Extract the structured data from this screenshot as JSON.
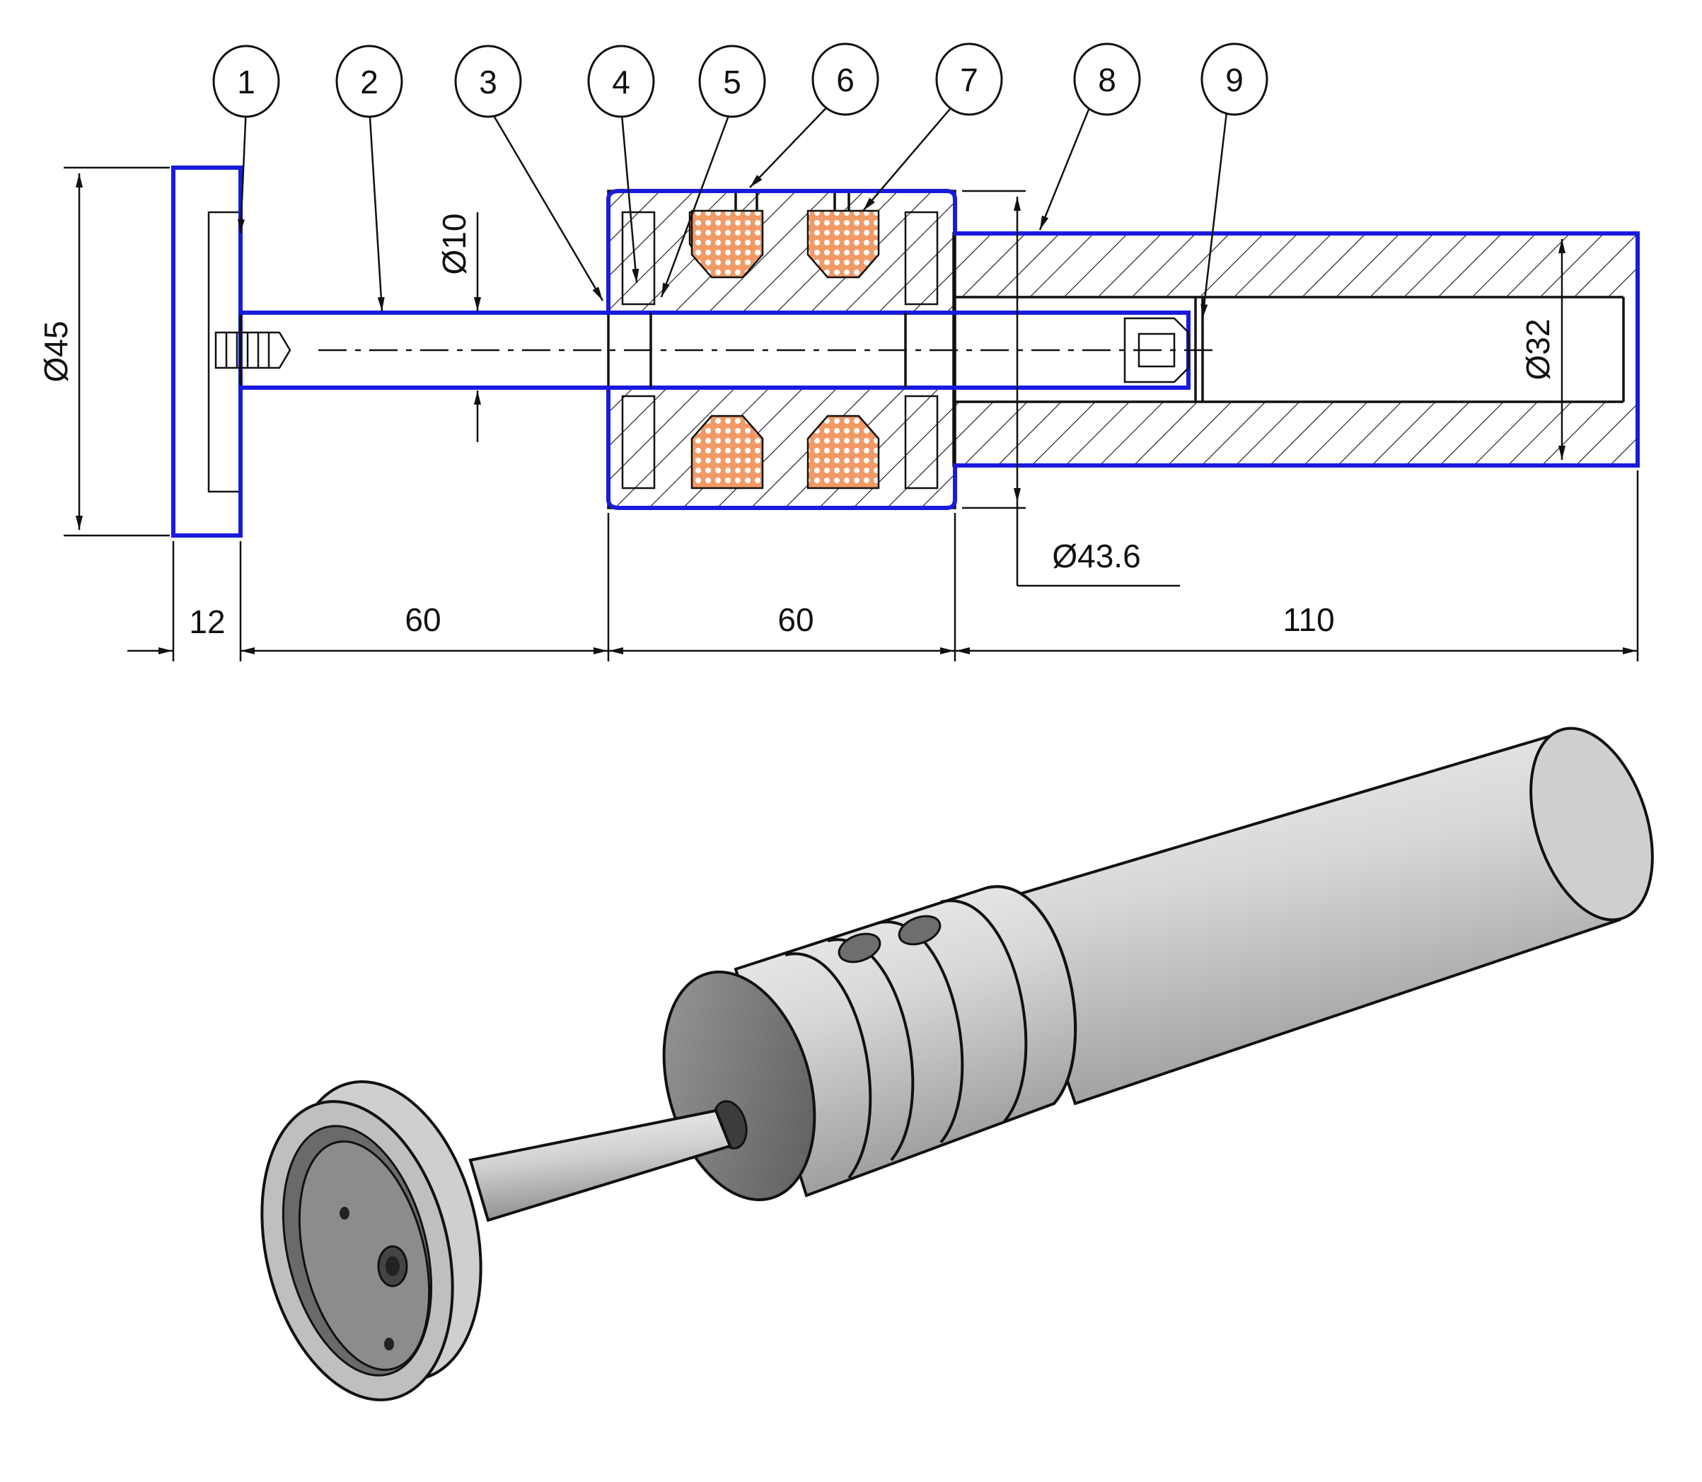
{
  "balloons": [
    "1",
    "2",
    "3",
    "4",
    "5",
    "6",
    "7",
    "8",
    "9"
  ],
  "dimensions": {
    "flange_diameter": "Ø45",
    "rod_diameter": "Ø10",
    "bore_diameter": "Ø32",
    "body_diameter": "Ø43.6",
    "len_flange": "12",
    "len_rod": "60",
    "len_body": "60",
    "len_tube": "110"
  },
  "colors": {
    "outline": "#1a1adf",
    "coil": "#f29a66",
    "coil_dots": "#ffffff",
    "metal_light": "#e6e6e6",
    "metal_mid": "#bdbdbd",
    "metal_dark": "#5a5a5a"
  }
}
